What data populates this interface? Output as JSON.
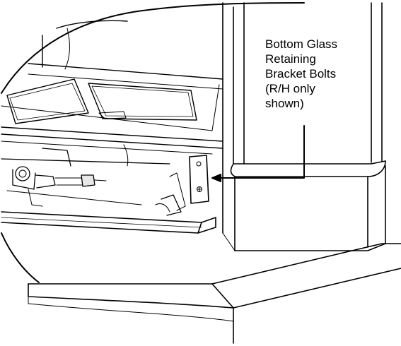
{
  "callout": {
    "lines": [
      "Bottom Glass",
      "Retaining",
      "Bracket Bolts",
      "(R/H only",
      "shown)"
    ]
  },
  "colors": {
    "line": "#000000",
    "background": "#ffffff",
    "shade": "#e8e8e8"
  }
}
